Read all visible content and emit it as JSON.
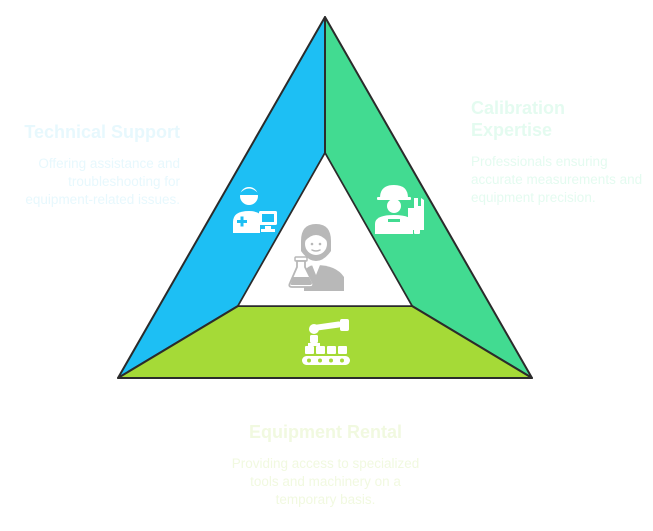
{
  "colors": {
    "left_side": "#1DBFF4",
    "right_side": "#42DB91",
    "bottom_side": "#A5DA37",
    "outline": "#2b2b2b",
    "icon_white": "#ffffff",
    "center_icon": "#b8b8b8",
    "label_tech": "#e7f8fd",
    "label_calib": "#e4fbf0",
    "label_rental": "#f1f9e0"
  },
  "sections": {
    "tech": {
      "title": "Technical Support",
      "description": "Offering assistance and troubleshooting for equipment-related issues.",
      "icon": "support-agent-computer-icon"
    },
    "calib": {
      "title": "Calibration Expertise",
      "description": "Professionals ensuring accurate measurements and equipment precision.",
      "icon": "engineer-wrench-icon"
    },
    "rental": {
      "title": "Equipment Rental",
      "description": "Providing access to specialized tools and machinery on a temporary basis.",
      "icon": "robotic-arm-conveyor-icon"
    },
    "center": {
      "icon": "scientist-flask-icon"
    }
  }
}
